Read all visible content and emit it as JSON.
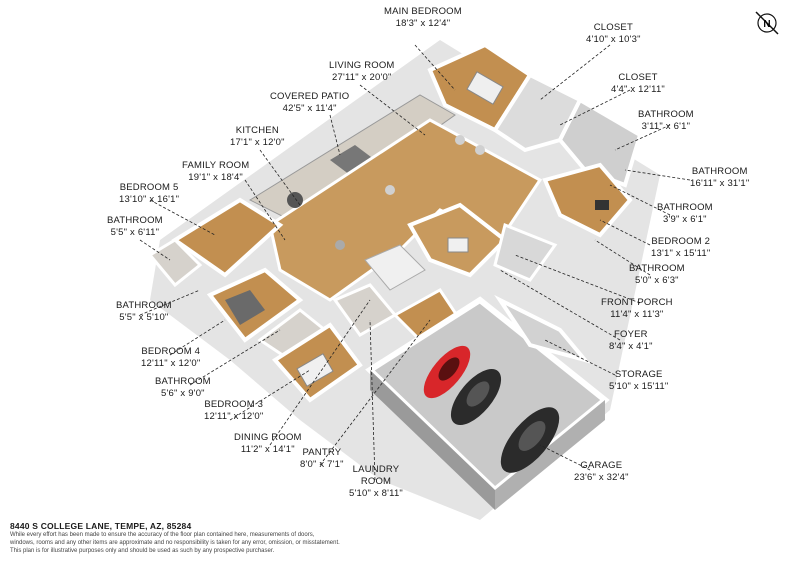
{
  "compass": {
    "letter": "N"
  },
  "rooms": [
    {
      "id": "main-bedroom",
      "name": "MAIN BEDROOM",
      "dims": "18'3\" x 12'4\""
    },
    {
      "id": "closet-1",
      "name": "CLOSET",
      "dims": "4'10\" x 10'3\""
    },
    {
      "id": "closet-2",
      "name": "CLOSET",
      "dims": "4'4\" x 12'11\""
    },
    {
      "id": "living-room",
      "name": "LIVING ROOM",
      "dims": "27'11\" x 20'0\""
    },
    {
      "id": "covered-patio",
      "name": "COVERED PATIO",
      "dims": "42'5\" x 11'4\""
    },
    {
      "id": "bathroom-3",
      "name": "BATHROOM",
      "dims": "3'11\" x 6'1\""
    },
    {
      "id": "kitchen",
      "name": "KITCHEN",
      "dims": "17'1\" x 12'0\""
    },
    {
      "id": "family-room",
      "name": "FAMILY ROOM",
      "dims": "19'1\" x 18'4\""
    },
    {
      "id": "bathroom-16",
      "name": "BATHROOM",
      "dims": "16'11\" x 31'1\""
    },
    {
      "id": "bedroom-5",
      "name": "BEDROOM 5",
      "dims": "13'10\" x 16'1\""
    },
    {
      "id": "bathroom-5",
      "name": "BATHROOM",
      "dims": "3'9\" x 6'1\""
    },
    {
      "id": "bathroom-left-top",
      "name": "BATHROOM",
      "dims": "5'5\" x 6'11\""
    },
    {
      "id": "bedroom-2",
      "name": "BEDROOM 2",
      "dims": "13'1\" x 15'11\""
    },
    {
      "id": "bathroom-right-low",
      "name": "BATHROOM",
      "dims": "5'0\" x 6'3\""
    },
    {
      "id": "bathroom-left-mid",
      "name": "BATHROOM",
      "dims": "5'5\" x 5'10\""
    },
    {
      "id": "front-porch",
      "name": "FRONT PORCH",
      "dims": "11'4\" x 11'3\""
    },
    {
      "id": "foyer",
      "name": "FOYER",
      "dims": "8'4\" x 4'1\""
    },
    {
      "id": "bedroom-4",
      "name": "BEDROOM 4",
      "dims": "12'11\" x 12'0\""
    },
    {
      "id": "bathroom-left-low",
      "name": "BATHROOM",
      "dims": "5'6\" x 9'0\""
    },
    {
      "id": "storage",
      "name": "STORAGE",
      "dims": "5'10\" x 15'11\""
    },
    {
      "id": "bedroom-3",
      "name": "BEDROOM 3",
      "dims": "12'11\" x 12'0\""
    },
    {
      "id": "dining-room",
      "name": "DINING ROOM",
      "dims": "11'2\" x 14'1\""
    },
    {
      "id": "pantry",
      "name": "PANTRY",
      "dims": "8'0\" x 7'1\""
    },
    {
      "id": "laundry-room",
      "name": "LAUNDRY ROOM",
      "dims": "5'10\" x 8'11\""
    },
    {
      "id": "garage",
      "name": "GARAGE",
      "dims": "23'6\" x 32'4\""
    }
  ],
  "footer": {
    "address": "8440 S COLLEGE LANE, TEMPE, AZ, 85284",
    "disclaimer_1": "While every effort has been made to ensure the accuracy of the floor plan contained here, measurements of doors,",
    "disclaimer_2": "windows, rooms and any other items are approximate and no responsibility is taken for any error, omission, or misstatement.",
    "disclaimer_3": "This plan is for illustrative purposes only and should be used as such by any prospective purchaser."
  },
  "colors": {
    "floor_wood": "#c89a5e",
    "floor_tile": "#d6d2cc",
    "garage_floor": "#c9c9c9",
    "wall": "#ffffff",
    "wall_shade": "#9a9a9a",
    "car_red": "#d8262a",
    "car_black": "#2b2b2b"
  }
}
